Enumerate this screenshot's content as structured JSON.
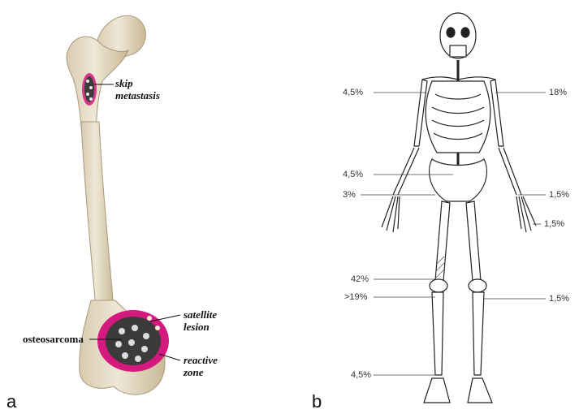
{
  "panels": {
    "a": {
      "letter": "a",
      "labels": {
        "skip_line1": "skip",
        "skip_line2": "metastasis",
        "satellite_line1": "satellite",
        "satellite_line2": "lesion",
        "osteosarcoma": "osteosarcoma",
        "reactive_line1": "reactive",
        "reactive_line2": "zone"
      },
      "colors": {
        "bone": "#e6dcc6",
        "bone_shadow": "#c9bb9c",
        "reactive": "#d6197e",
        "tumor": "#3b3b3b"
      }
    },
    "b": {
      "letter": "b",
      "percentages": {
        "left_shoulder": "4,5%",
        "right_shoulder": "18%",
        "left_spine": "4,5%",
        "left_pelvis": "3%",
        "right_wrist": "1,5%",
        "right_hand": "1,5%",
        "left_distal_femur": "42%",
        "left_proximal_tibia": ">19%",
        "right_knee": "1,5%",
        "left_ankle": "4,5%"
      }
    }
  }
}
